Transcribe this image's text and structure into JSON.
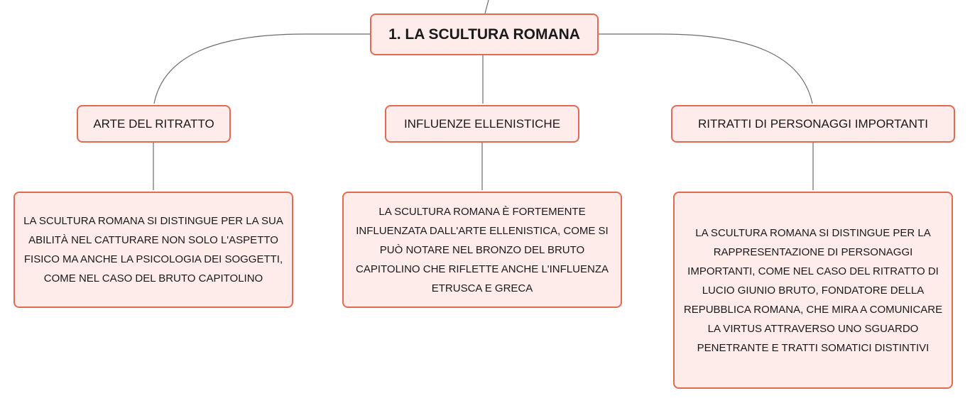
{
  "map": {
    "root": {
      "title": "1. LA SCULTURA ROMANA"
    },
    "branches": [
      {
        "title": "ARTE DEL RITRATTO",
        "detail": "LA SCULTURA ROMANA SI DISTINGUE PER LA SUA ABILITÀ NEL CATTURARE NON SOLO L'ASPETTO FISICO MA ANCHE LA PSICOLOGIA DEI SOGGETTI, COME NEL CASO DEL BRUTO CAPITOLINO"
      },
      {
        "title": "INFLUENZE ELLENISTICHE",
        "detail": "LA SCULTURA ROMANA È FORTEMENTE INFLUENZATA DALL'ARTE ELLENISTICA, COME SI PUÒ NOTARE NEL BRONZO DEL BRUTO CAPITOLINO CHE RIFLETTE ANCHE L'INFLUENZA ETRUSCA E GRECA"
      },
      {
        "title": "RITRATTI DI PERSONAGGI IMPORTANTI",
        "detail": "LA SCULTURA ROMANA SI DISTINGUE PER LA RAPPRESENTAZIONE DI PERSONAGGI IMPORTANTI, COME NEL CASO DEL RITRATTO DI LUCIO GIUNIO BRUTO, FONDATORE DELLA REPUBBLICA ROMANA, CHE MIRA A COMUNICARE LA VIRTUS ATTRAVERSO UNO SGUARDO PENETRANTE E TRATTI SOMATICI DISTINTIVI"
      }
    ]
  },
  "colors": {
    "node_border": "#e36a50",
    "node_fill": "#fdecea",
    "connector": "#6b6b6b",
    "text": "#1a1a1a"
  }
}
